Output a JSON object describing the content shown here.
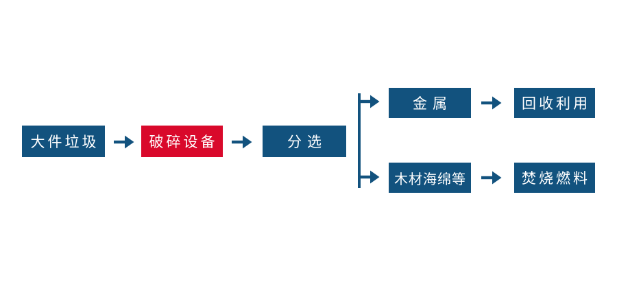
{
  "diagram": {
    "type": "flowchart",
    "colors": {
      "node_blue": "#12527E",
      "node_red": "#D9092B",
      "arrow": "#12527E",
      "label_text": "#FFFFFF",
      "background": "#FFFFFF"
    },
    "nodes": [
      {
        "id": "bulky-waste",
        "label": "大件垃圾",
        "color": "#12527E"
      },
      {
        "id": "crushing-equipment",
        "label": "破碎设备",
        "color": "#D9092B"
      },
      {
        "id": "sorting",
        "label": "分选",
        "color": "#12527E"
      },
      {
        "id": "metal",
        "label": "金属",
        "color": "#12527E"
      },
      {
        "id": "recycling",
        "label": "回收利用",
        "color": "#12527E"
      },
      {
        "id": "wood-sponge-etc",
        "label": "木材海绵等",
        "color": "#12527E"
      },
      {
        "id": "incineration-fuel",
        "label": "焚烧燃料",
        "color": "#12527E"
      }
    ],
    "edges": [
      {
        "from": "大件垃圾",
        "to": "破碎设备"
      },
      {
        "from": "破碎设备",
        "to": "分选"
      },
      {
        "from": "分选",
        "to": "金属"
      },
      {
        "from": "分选",
        "to": "木材海绵等"
      },
      {
        "from": "金属",
        "to": "回收利用"
      },
      {
        "from": "木材海绵等",
        "to": "焚烧燃料"
      }
    ]
  }
}
